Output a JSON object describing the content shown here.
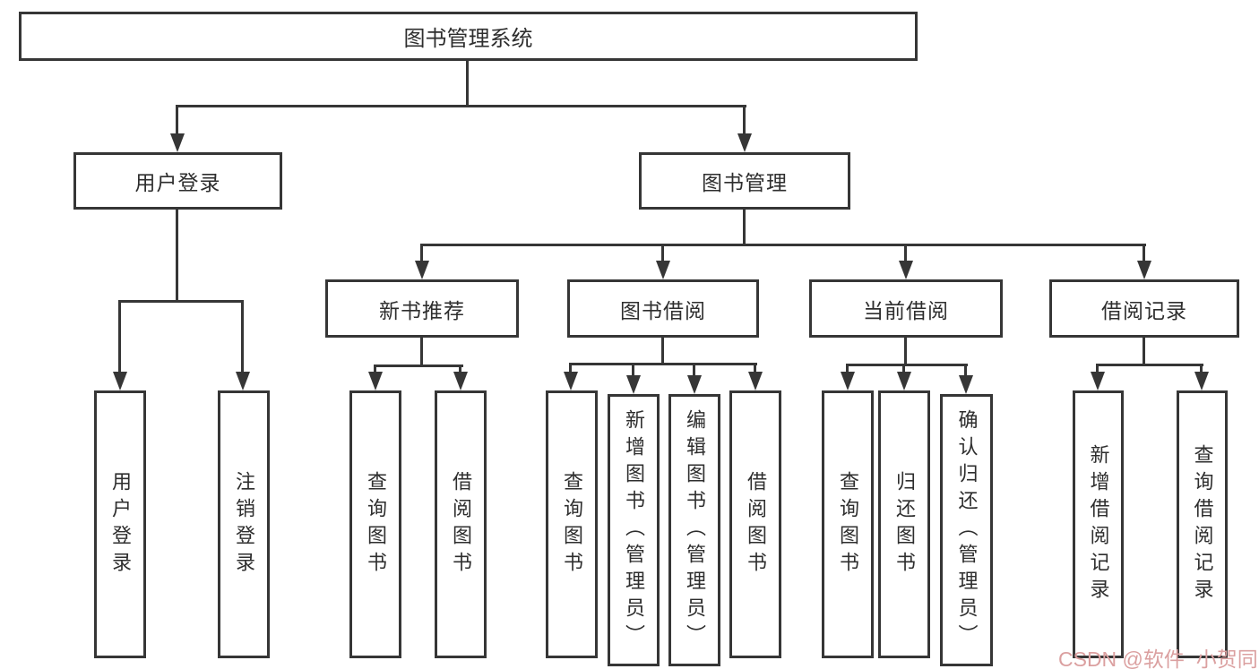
{
  "diagram": {
    "root": {
      "label": "图书管理系统"
    },
    "branches": [
      {
        "label": "用户登录",
        "children": [
          {
            "label": "用户登录"
          },
          {
            "label": "注销登录"
          }
        ]
      },
      {
        "label": "图书管理",
        "children": [
          {
            "label": "新书推荐",
            "children": [
              {
                "label": "查询图书"
              },
              {
                "label": "借阅图书"
              }
            ]
          },
          {
            "label": "图书借阅",
            "children": [
              {
                "label": "查询图书"
              },
              {
                "label": "新增图书（管理员）"
              },
              {
                "label": "编辑图书（管理员）"
              },
              {
                "label": "借阅图书"
              }
            ]
          },
          {
            "label": "当前借阅",
            "children": [
              {
                "label": "查询图书"
              },
              {
                "label": "归还图书"
              },
              {
                "label": "确认归还（管理员）"
              }
            ]
          },
          {
            "label": "借阅记录",
            "children": [
              {
                "label": "新增借阅记录"
              },
              {
                "label": "查询借阅记录"
              }
            ]
          }
        ]
      }
    ]
  },
  "watermark": {
    "text": "CSDN @软件_小贺同学"
  },
  "colors": {
    "line": "#363636",
    "text": "#2e2e2e",
    "watermark": "#dba0a0",
    "background": "#ffffff"
  }
}
